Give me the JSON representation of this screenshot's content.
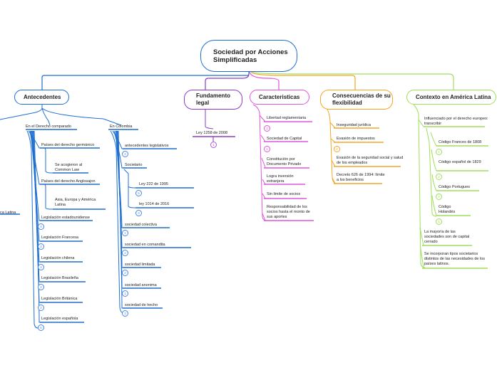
{
  "colors": {
    "root": "#1f6fd1",
    "antecedentes": "#1f6fd1",
    "fundamento": "#8e3ac9",
    "caracteristicas": "#e055d8",
    "consecuencias": "#f5a623",
    "contexto": "#9fde5a"
  },
  "root": {
    "title": "Sociedad por Acciones Simplificadas"
  },
  "main_topics": {
    "antecedentes": "Antecedentes",
    "fundamento": "Fundamento legal",
    "caracteristicas": "Caracteristicas",
    "consecuencias": "Consecuencias de su flexibilidad",
    "contexto": "Contexto en América Latina"
  },
  "antecedentes": {
    "left_fragment": "ca Latina",
    "comparado": {
      "label": "En el Derecho comparado",
      "items": [
        {
          "text": "Países del derecho germánico",
          "badge": ""
        },
        {
          "text": "Se acogieron al Common Law",
          "badge": ""
        },
        {
          "text": "Países del derecho Anglosajon",
          "badge": ""
        },
        {
          "text": "Asia, Europa y América Latina",
          "badge": ""
        },
        {
          "text": "Legislación estadounidense",
          "badge": "4"
        },
        {
          "text": "Legislación Francesa",
          "badge": "2"
        },
        {
          "text": "Legislación chilena",
          "badge": "4"
        },
        {
          "text": "Legislación Brasileña",
          "badge": "2"
        },
        {
          "text": "Legislación Británica",
          "badge": "2"
        },
        {
          "text": "Legislación española",
          "badge": "6"
        }
      ]
    },
    "colombia": {
      "label": "En Colombia",
      "items": [
        {
          "text": "antecedentes legislativos",
          "badge": "4"
        },
        {
          "text": "Societario",
          "badge": ""
        },
        {
          "text": "Ley 222 de 1995",
          "badge": "5"
        },
        {
          "text": "ley 1014 de 2016",
          "badge": "3"
        },
        {
          "text": "sociedad colectiva",
          "badge": "1"
        },
        {
          "text": "sociedad en comandita",
          "badge": "2"
        },
        {
          "text": "sociedad limitada",
          "badge": "2"
        },
        {
          "text": "sociedad anonima",
          "badge": "1"
        },
        {
          "text": "sociedad de hecho",
          "badge": "3"
        }
      ]
    }
  },
  "fundamento": {
    "items": [
      {
        "text": "Ley 1258 de 2008",
        "badge": "1"
      }
    ]
  },
  "caracteristicas": {
    "items": [
      {
        "text": "Libertad reglamentaria",
        "badge": "2"
      },
      {
        "text": "Sociedad de Capital",
        "badge": "1"
      },
      {
        "text": "Constitución por Documento Privado",
        "badge": ""
      },
      {
        "text": "Logra inversión extranjera",
        "badge": ""
      },
      {
        "text": "Sin limite de socios",
        "badge": ""
      },
      {
        "text": "Responsabilidad de los socios hasta el monto de sus aportes",
        "badge": ""
      }
    ]
  },
  "consecuencias": {
    "items": [
      {
        "text": "Inseguridad jurídica",
        "badge": ""
      },
      {
        "text": "Evasión de impuestos",
        "badge": "2"
      },
      {
        "text": "Evasión de la seguridad social y salud de los empleados",
        "badge": ""
      },
      {
        "text": "Decreto 626 de 1994: límite a los beneficios",
        "badge": ""
      }
    ]
  },
  "contexto": {
    "influenciado": "Influenciado por el derecho europeo: transcribir",
    "items": [
      {
        "text": "Código Frances de 1808",
        "badge": "1"
      },
      {
        "text": "Código español de 1829",
        "badge": "2"
      },
      {
        "text": "Código Portugues",
        "badge": "2"
      },
      {
        "text": "Código Holandés",
        "badge": "1"
      }
    ],
    "mayoria": "La mayoría de las sociedades son de capital cerrado",
    "incorporan": "Se incorporan tipos societarios distintos de las necesidades de los países latinos."
  }
}
